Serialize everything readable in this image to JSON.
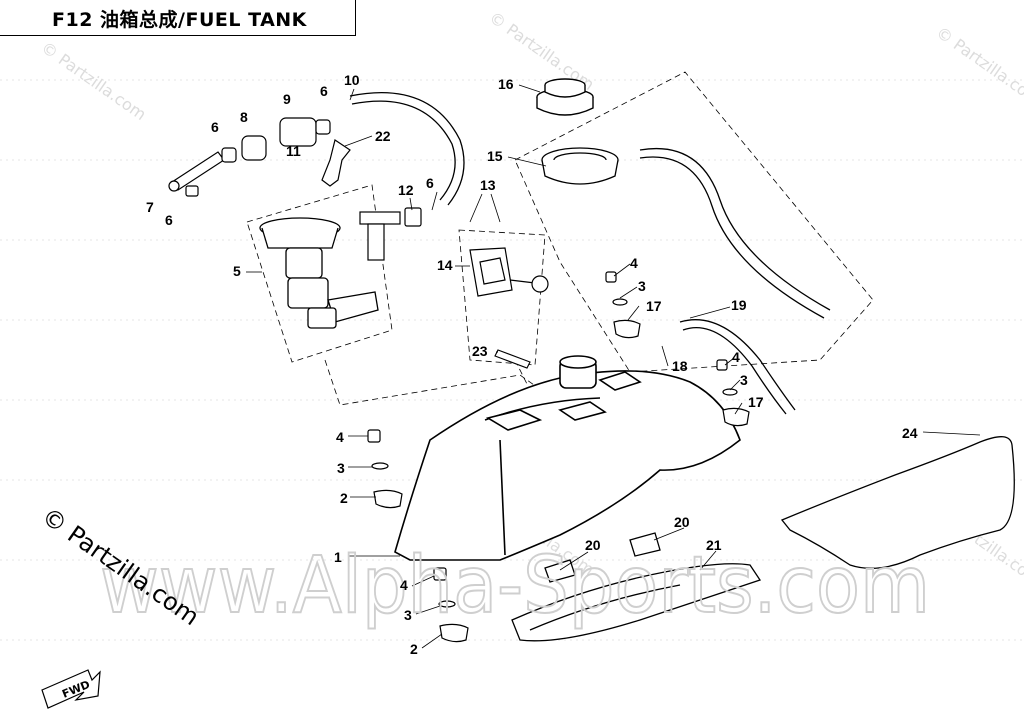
{
  "header": {
    "title": "F12 油箱总成/FUEL TANK"
  },
  "watermarks": {
    "small": "© Partzilla.com",
    "large": "www.Alpha-Sports.com"
  },
  "copyright": "© Partzilla.com",
  "direction_badge": "FWD",
  "callouts": [
    "1",
    "2",
    "3",
    "4",
    "5",
    "6",
    "7",
    "8",
    "9",
    "10",
    "11",
    "12",
    "13",
    "14",
    "15",
    "16",
    "17",
    "18",
    "19",
    "20",
    "21",
    "22",
    "23",
    "24"
  ]
}
